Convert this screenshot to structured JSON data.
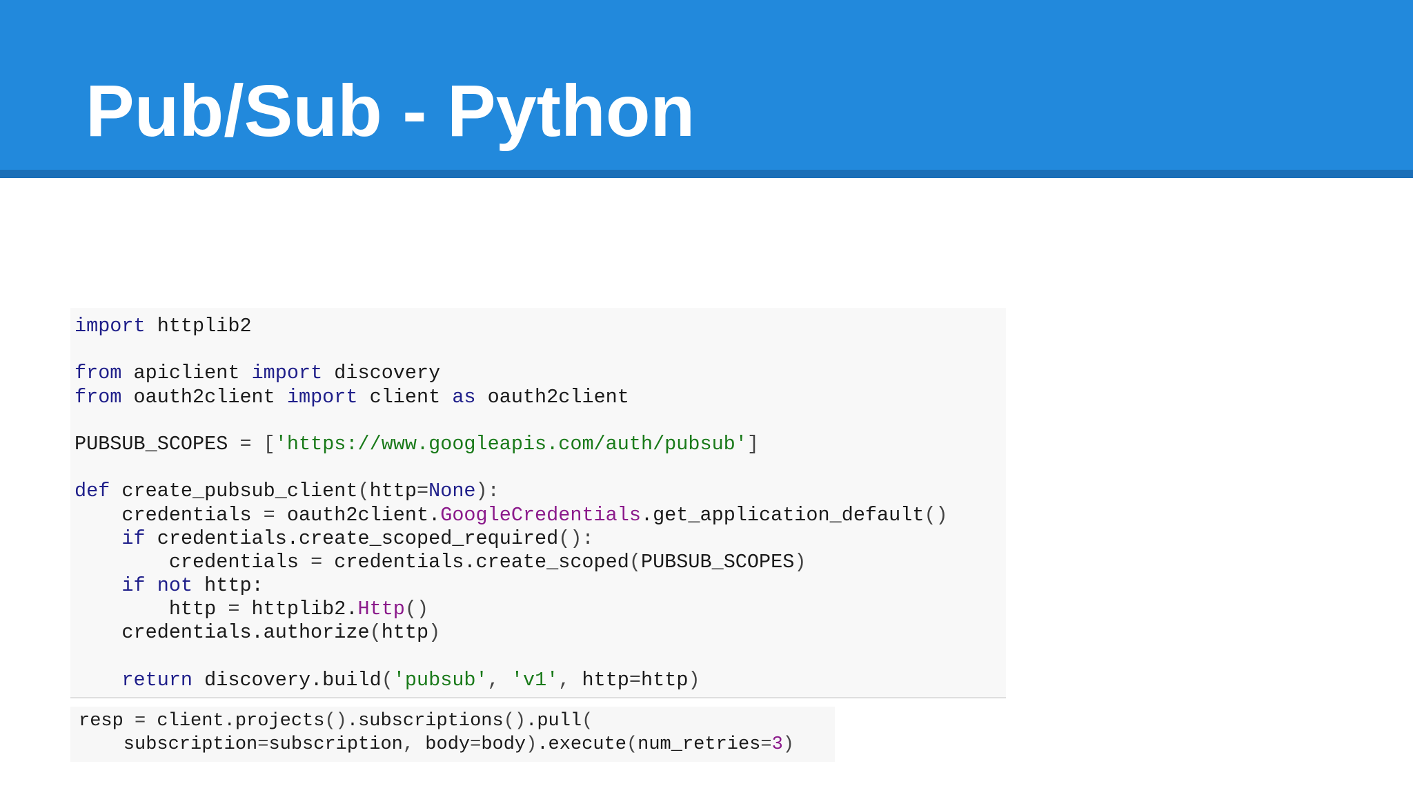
{
  "slide": {
    "title": "Pub/Sub - Python"
  },
  "code_main": {
    "lines": [
      [
        {
          "t": "import",
          "c": "kw"
        },
        {
          "t": " httplib2"
        }
      ],
      [],
      [
        {
          "t": "from",
          "c": "kw"
        },
        {
          "t": " apiclient "
        },
        {
          "t": "import",
          "c": "kw"
        },
        {
          "t": " discovery"
        }
      ],
      [
        {
          "t": "from",
          "c": "kw"
        },
        {
          "t": " oauth2client "
        },
        {
          "t": "import",
          "c": "kw"
        },
        {
          "t": " client "
        },
        {
          "t": "as",
          "c": "kw"
        },
        {
          "t": " oauth2client"
        }
      ],
      [],
      [
        {
          "t": "PUBSUB_SCOPES "
        },
        {
          "t": "=",
          "c": "pun"
        },
        {
          "t": " "
        },
        {
          "t": "[",
          "c": "pun"
        },
        {
          "t": "'https://www.googleapis.com/auth/pubsub'",
          "c": "str"
        },
        {
          "t": "]",
          "c": "pun"
        }
      ],
      [],
      [
        {
          "t": "def",
          "c": "kw"
        },
        {
          "t": " create_pubsub_client"
        },
        {
          "t": "(",
          "c": "pun"
        },
        {
          "t": "http"
        },
        {
          "t": "=",
          "c": "pun"
        },
        {
          "t": "None",
          "c": "kw"
        },
        {
          "t": "):",
          "c": "pun"
        }
      ],
      [
        {
          "t": "    credentials "
        },
        {
          "t": "=",
          "c": "pun"
        },
        {
          "t": " oauth2client."
        },
        {
          "t": "GoogleCredentials",
          "c": "cls"
        },
        {
          "t": ".get_application_default"
        },
        {
          "t": "()",
          "c": "pun"
        }
      ],
      [
        {
          "t": "    "
        },
        {
          "t": "if",
          "c": "kw"
        },
        {
          "t": " credentials.create_scoped_required"
        },
        {
          "t": "():",
          "c": "pun"
        }
      ],
      [
        {
          "t": "        credentials "
        },
        {
          "t": "=",
          "c": "pun"
        },
        {
          "t": " credentials.create_scoped"
        },
        {
          "t": "(",
          "c": "pun"
        },
        {
          "t": "PUBSUB_SCOPES"
        },
        {
          "t": ")",
          "c": "pun"
        }
      ],
      [
        {
          "t": "    "
        },
        {
          "t": "if",
          "c": "kw"
        },
        {
          "t": " "
        },
        {
          "t": "not",
          "c": "kw"
        },
        {
          "t": " http:"
        }
      ],
      [
        {
          "t": "        http "
        },
        {
          "t": "=",
          "c": "pun"
        },
        {
          "t": " httplib2."
        },
        {
          "t": "Http",
          "c": "cls"
        },
        {
          "t": "()",
          "c": "pun"
        }
      ],
      [
        {
          "t": "    credentials.authorize"
        },
        {
          "t": "(",
          "c": "pun"
        },
        {
          "t": "http"
        },
        {
          "t": ")",
          "c": "pun"
        }
      ],
      [],
      [
        {
          "t": "    "
        },
        {
          "t": "return",
          "c": "kw"
        },
        {
          "t": " discovery.build"
        },
        {
          "t": "(",
          "c": "pun"
        },
        {
          "t": "'pubsub'",
          "c": "str"
        },
        {
          "t": ", ",
          "c": "pun"
        },
        {
          "t": "'v1'",
          "c": "str"
        },
        {
          "t": ", ",
          "c": "pun"
        },
        {
          "t": "http"
        },
        {
          "t": "=",
          "c": "pun"
        },
        {
          "t": "http"
        },
        {
          "t": ")",
          "c": "pun"
        }
      ]
    ]
  },
  "code_tail": {
    "lines": [
      [
        {
          "t": "resp "
        },
        {
          "t": "=",
          "c": "pun"
        },
        {
          "t": " client.projects"
        },
        {
          "t": "()",
          "c": "pun"
        },
        {
          "t": ".subscriptions"
        },
        {
          "t": "()",
          "c": "pun"
        },
        {
          "t": ".pull"
        },
        {
          "t": "(",
          "c": "pun"
        }
      ],
      [
        {
          "t": "    subscription"
        },
        {
          "t": "=",
          "c": "pun"
        },
        {
          "t": "subscription"
        },
        {
          "t": ", ",
          "c": "pun"
        },
        {
          "t": "body"
        },
        {
          "t": "=",
          "c": "pun"
        },
        {
          "t": "body"
        },
        {
          "t": ")",
          "c": "pun"
        },
        {
          "t": ".execute"
        },
        {
          "t": "(",
          "c": "pun"
        },
        {
          "t": "num_retries"
        },
        {
          "t": "=",
          "c": "pun"
        },
        {
          "t": "3",
          "c": "cls"
        },
        {
          "t": ")",
          "c": "pun"
        }
      ]
    ]
  }
}
